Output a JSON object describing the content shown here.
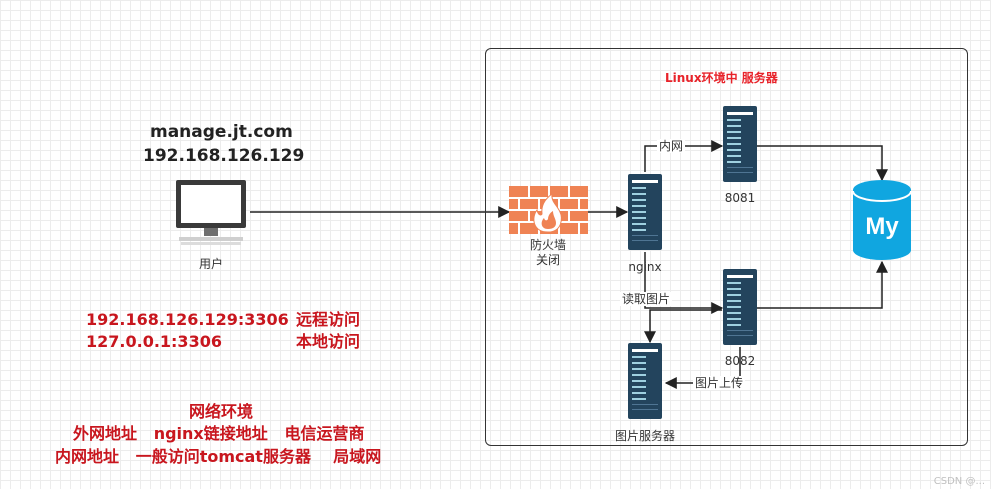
{
  "environment": {
    "title": "Linux环境中 服务器"
  },
  "host": {
    "domain": "manage.jt.com",
    "ip": "192.168.126.129"
  },
  "nodes": {
    "user": "用户",
    "firewall_line1": "防火墙",
    "firewall_line2": "关闭",
    "nginx": "nginx",
    "tomcat1_port": "8081",
    "tomcat2_port": "8082",
    "image_server": "图片服务器"
  },
  "edges": {
    "intranet": "内网",
    "read_image": "读取图片",
    "upload_image": "图片上传"
  },
  "notes": {
    "remote_addr": "192.168.126.129:3306",
    "remote_desc": "远程访问",
    "local_addr": "127.0.0.1:3306",
    "local_desc": "本地访问",
    "net_title": "网络环境",
    "line1": "外网地址   nginx链接地址   电信运营商",
    "line2": "内网地址   一般访问tomcat服务器    局域网"
  },
  "icons": {
    "computer": "desktop-computer-icon",
    "firewall": "firewall-icon",
    "server": "server-rack-icon",
    "database": "mysql-database-icon"
  },
  "colors": {
    "accent_red": "#e8232a",
    "note_red": "#c8161e",
    "server_body": "#23445d",
    "firewall_orange": "#ef8354",
    "mysql_blue": "#10a6e0"
  },
  "watermark": "CSDN @..."
}
